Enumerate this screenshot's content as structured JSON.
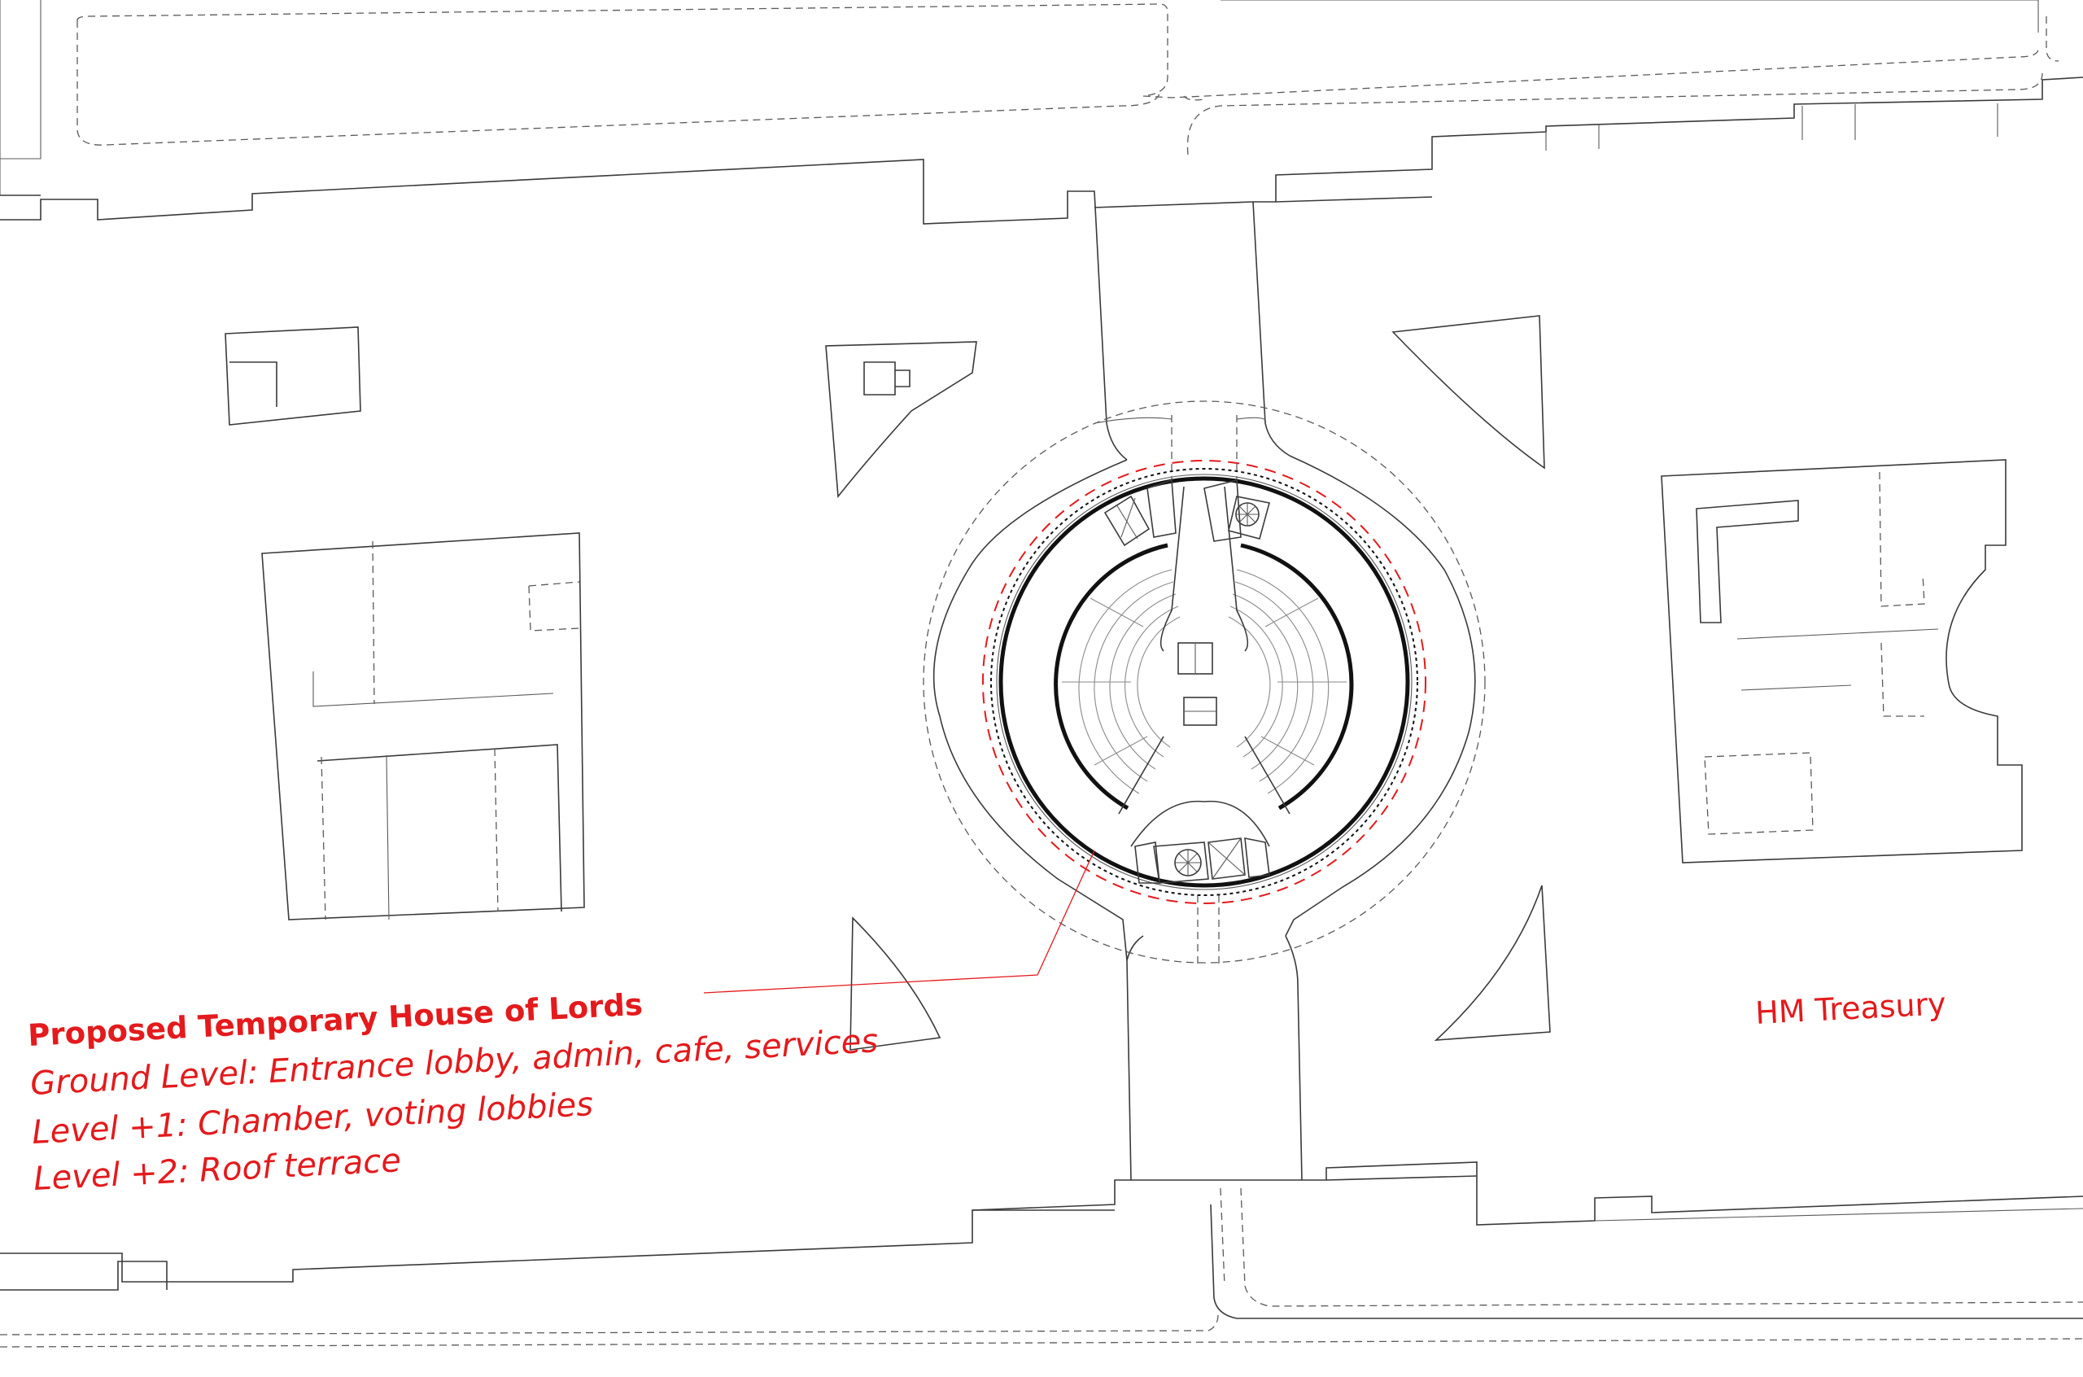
{
  "proposal": {
    "title": "Proposed Temporary House of Lords",
    "levels": [
      "Ground Level: Entrance lobby, admin, cafe, services",
      "Level +1: Chamber, voting lobbies",
      "Level +2: Roof terrace"
    ]
  },
  "buildings": {
    "treasury_label": "HM Treasury"
  },
  "colors": {
    "annotation": "#e41a1c",
    "linework": "#3a3a3a",
    "background": "#ffffff"
  }
}
